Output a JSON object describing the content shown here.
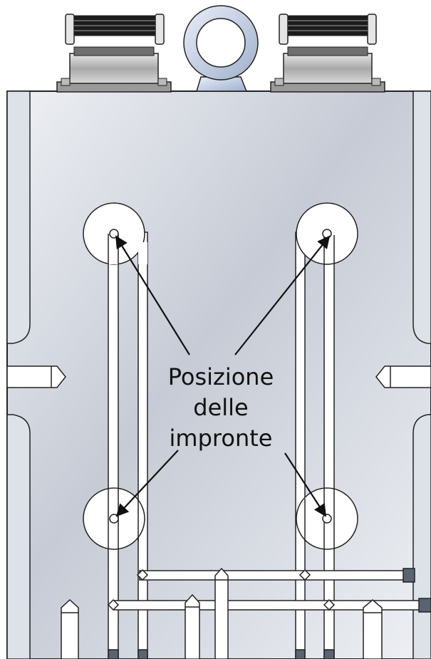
{
  "annotation": {
    "lines": [
      "Posizione",
      "delle",
      "impronte"
    ]
  },
  "colors": {
    "plate_light": "#eef0f4",
    "plate_dark": "#c6cbd5",
    "channel_fill": "#ffffff",
    "outline": "#222222",
    "hardware_dark": "#2a2a2a",
    "hardware_mid": "#9a9a9a",
    "eyebolt": "#c7d2e6",
    "connector": "#5a6470"
  },
  "icons": [
    "eyebolt-icon",
    "left-clamp-icon",
    "right-clamp-icon",
    "cavity-marker-icon",
    "arrow-icon"
  ]
}
